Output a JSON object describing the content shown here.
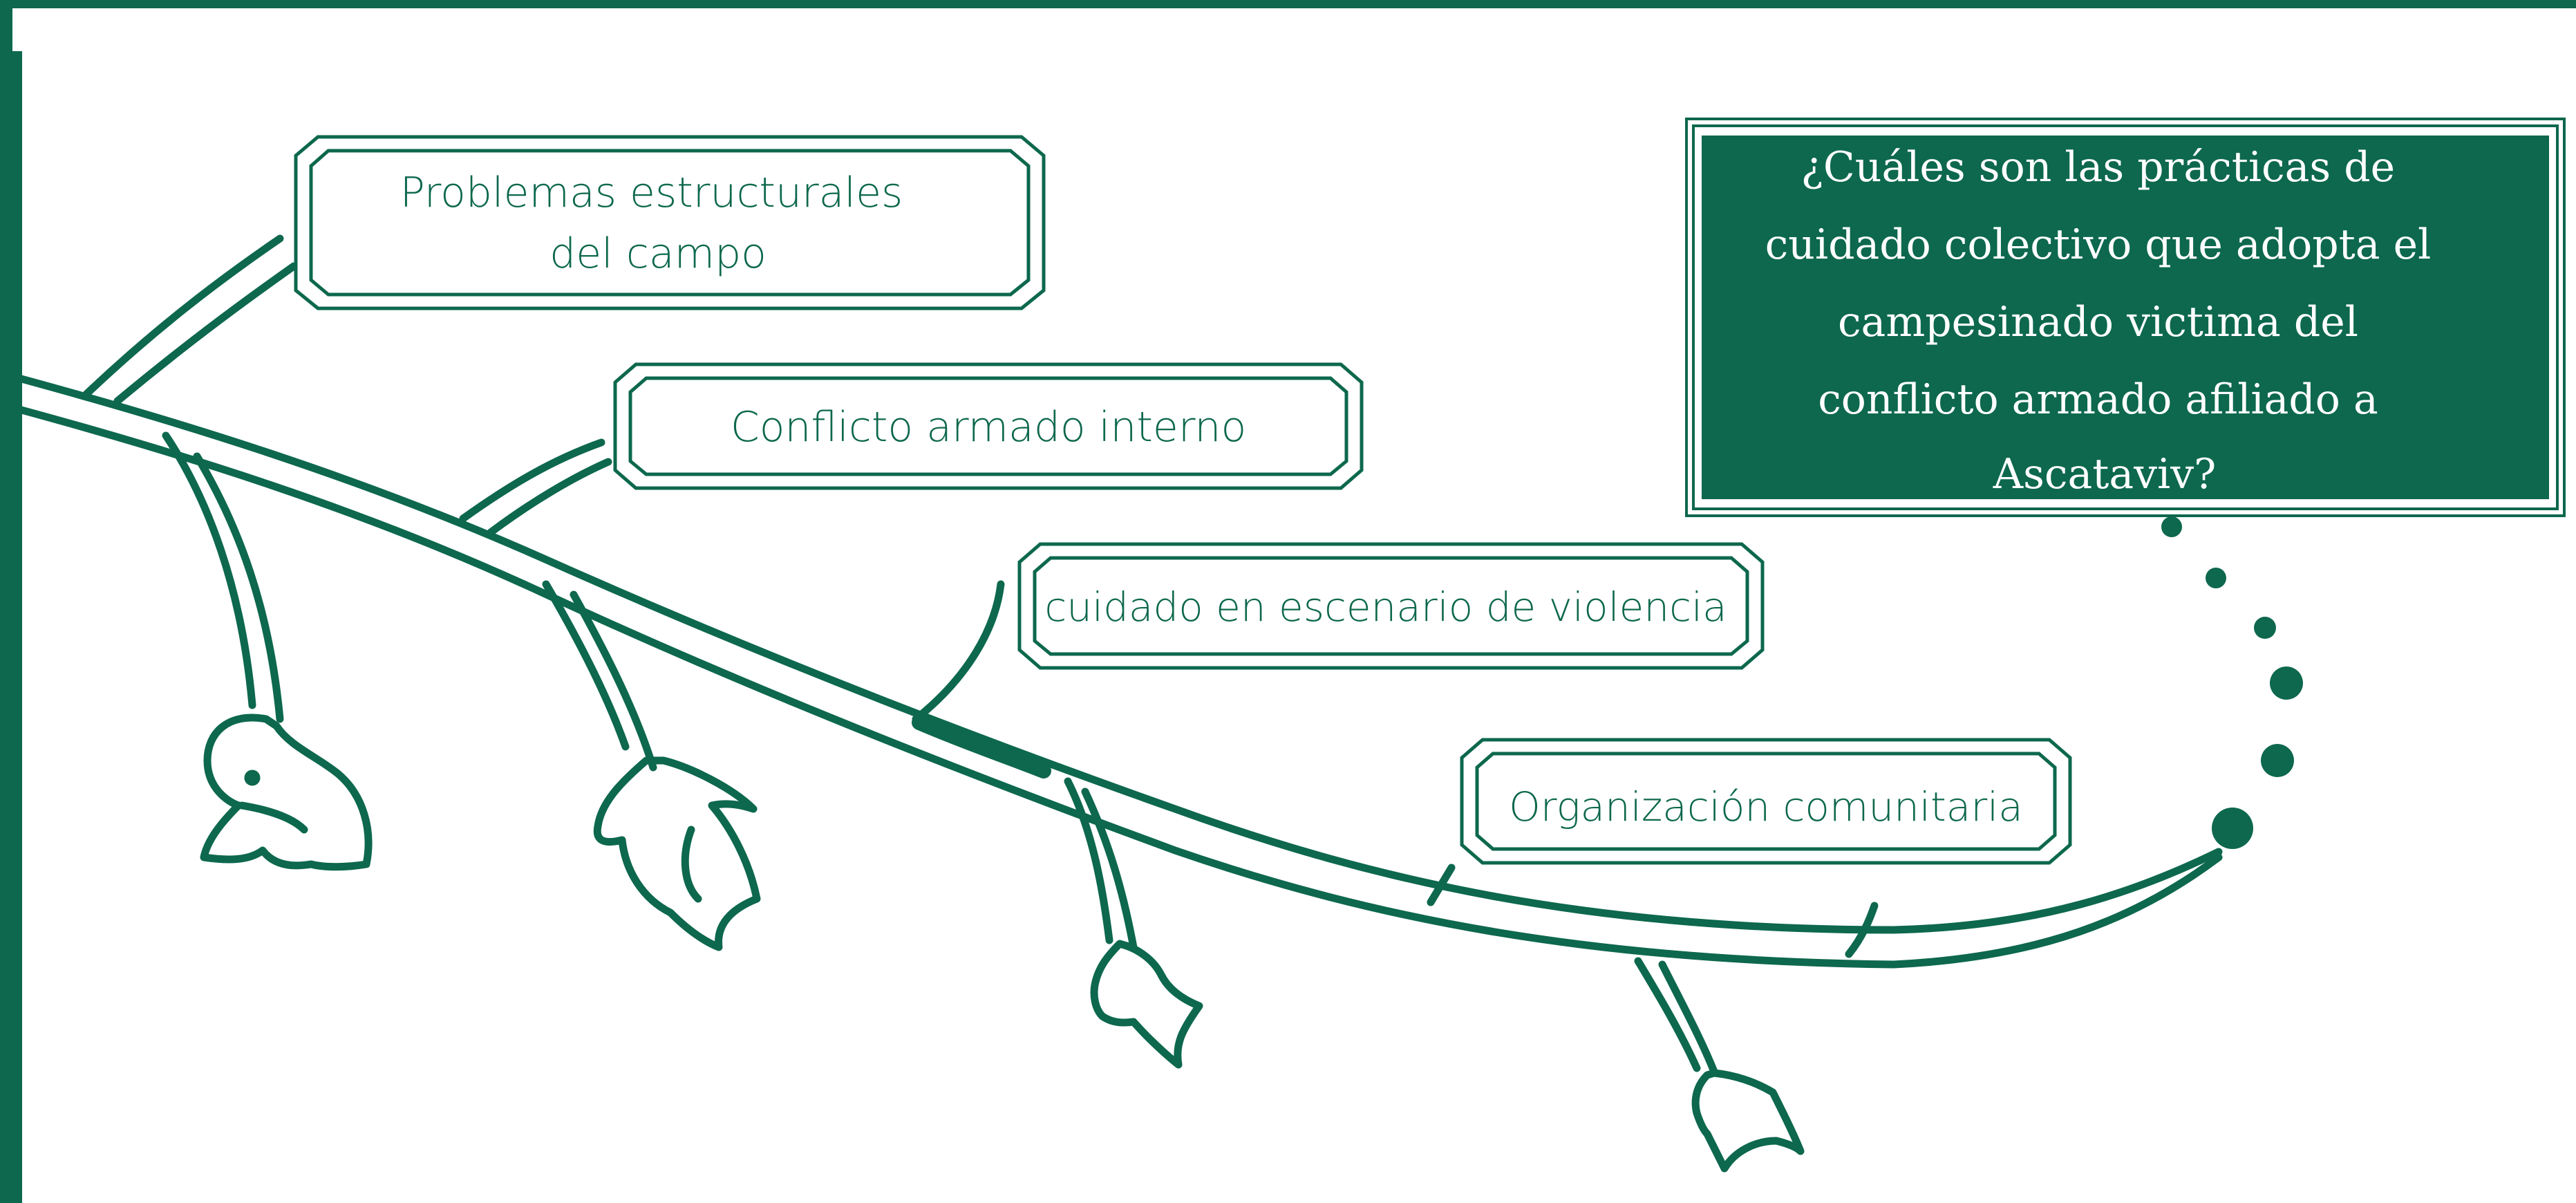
{
  "colors": {
    "accent": "#0d684d",
    "background": "#ffffff",
    "question_text": "#ffffff"
  },
  "labels": [
    {
      "id": "label-problemas",
      "lines": [
        "Problemas  estructurales",
        "del campo"
      ]
    },
    {
      "id": "label-conflicto",
      "lines": [
        "Conflicto armado interno"
      ]
    },
    {
      "id": "label-cuidado",
      "lines": [
        "cuidado en escenario de violencia"
      ]
    },
    {
      "id": "label-organizacion",
      "lines": [
        "Organización comunitaria"
      ]
    }
  ],
  "question": {
    "lines": [
      "¿Cuáles son las prácticas de",
      "cuidado colectivo  que adopta el",
      "campesinado  victima  del",
      "conflicto armado afiliado a",
      "Ascataviv?"
    ]
  }
}
